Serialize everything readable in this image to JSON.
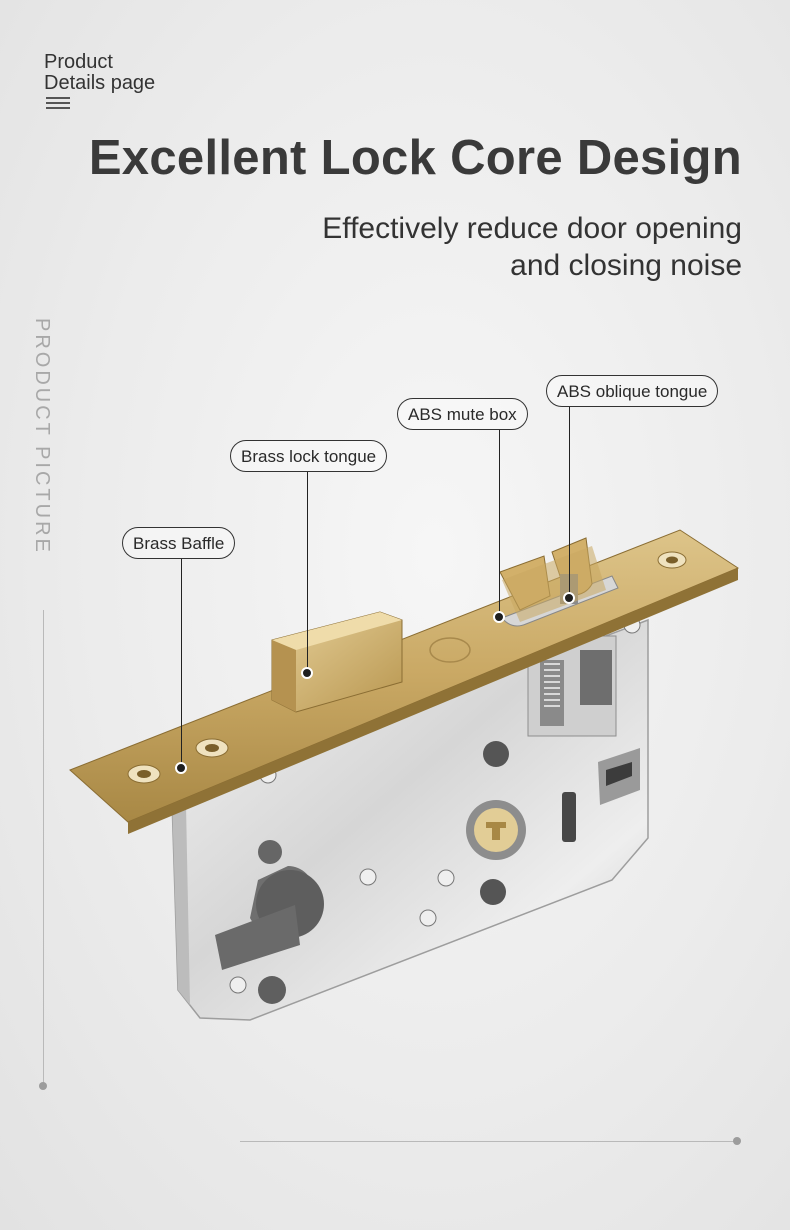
{
  "brand": {
    "line1": "Product",
    "line2": "Details page"
  },
  "header": {
    "title": "Excellent Lock Core Design",
    "subtitle_line1": "Effectively reduce door opening",
    "subtitle_line2": "and closing noise"
  },
  "side_label": "PRODUCT PICTURE",
  "icons": {
    "menu": "hamburger-menu-icon"
  },
  "colors": {
    "brass": "#c9a864",
    "steel": "#dcdcdc",
    "text": "#2b2b2b",
    "accent_line": "#b9b9b9"
  },
  "callouts": [
    {
      "id": "brass-baffle",
      "label": "Brass Baffle"
    },
    {
      "id": "brass-lock-tongue",
      "label": "Brass lock tongue"
    },
    {
      "id": "abs-mute-box",
      "label": "ABS mute box"
    },
    {
      "id": "abs-oblique-tongue",
      "label": "ABS oblique tongue"
    }
  ]
}
